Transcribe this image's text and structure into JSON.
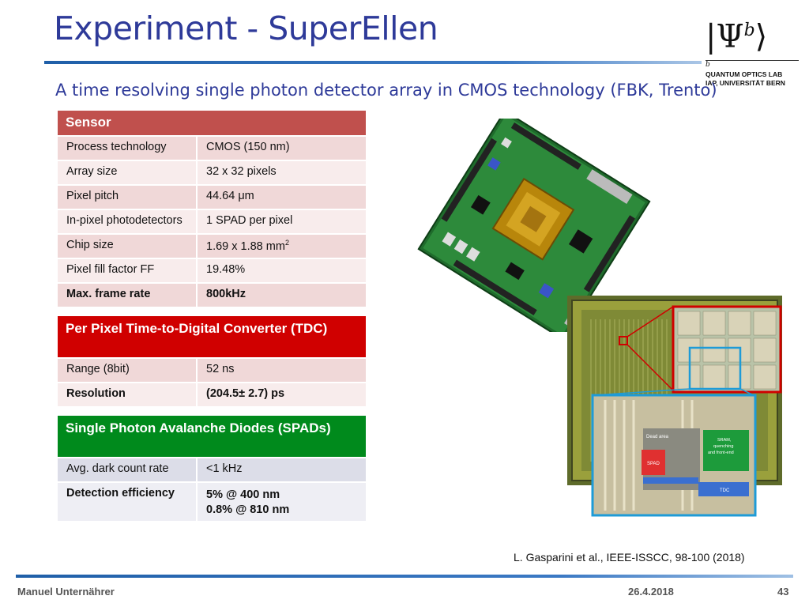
{
  "slide": {
    "title": "Experiment - SuperEllen",
    "subtitle": "A time resolving single photon detector array in CMOS technology (FBK, Trento)"
  },
  "logo": {
    "glyph_left": "|Ψ",
    "glyph_sup": "b",
    "glyph_right": "⟩",
    "small_b": "b",
    "line1": "QUANTUM OPTICS LAB",
    "line2": "IAP, UNIVERSITÄT BERN"
  },
  "sections": {
    "sensor": {
      "header": "Sensor",
      "rows": [
        {
          "label": "Process technology",
          "value": "CMOS (150 nm)"
        },
        {
          "label": "Array size",
          "value": "32 x 32 pixels"
        },
        {
          "label": "Pixel pitch",
          "value": "44.64 μm"
        },
        {
          "label": "In-pixel photodetectors",
          "value": "1 SPAD per pixel"
        },
        {
          "label": "Chip size",
          "value": "1.69 x 1.88 mm",
          "value_sup": "2"
        },
        {
          "label": "Pixel fill factor FF",
          "value": "19.48%"
        },
        {
          "label": "Max. frame rate",
          "value": "800kHz"
        }
      ]
    },
    "tdc": {
      "header": "Per Pixel Time-to-Digital Converter (TDC)",
      "rows": [
        {
          "label": "Range (8bit)",
          "value": "52 ns"
        },
        {
          "label": "Resolution",
          "value": "(204.5± 2.7) ps"
        }
      ]
    },
    "spad": {
      "header": "Single Photon Avalanche Diodes (SPADs)",
      "rows": [
        {
          "label": "Avg. dark count rate",
          "value": "<1 kHz"
        },
        {
          "label": "Detection efficiency",
          "value_line1": "5% @ 400 nm",
          "value_line2": "0.8% @ 810 nm"
        }
      ]
    }
  },
  "chip_diagram": {
    "label_dead_area": "Dead area",
    "label_spad": "SPAD",
    "label_sram_1": "SRAM,",
    "label_sram_2": "quenching",
    "label_sram_3": "and front-end",
    "label_tdc": "TDC"
  },
  "citation": "L. Gasparini et al., IEEE-ISSCC, 98-100 (2018)",
  "footer": {
    "author": "Manuel Unternährer",
    "date": "26.4.2018",
    "page": "43"
  },
  "colors": {
    "title": "#2e3a99",
    "sensor_header": "#c0504d",
    "tdc_header": "#d00000",
    "spad_header": "#008a1c",
    "rule": "#1f5fa8"
  }
}
